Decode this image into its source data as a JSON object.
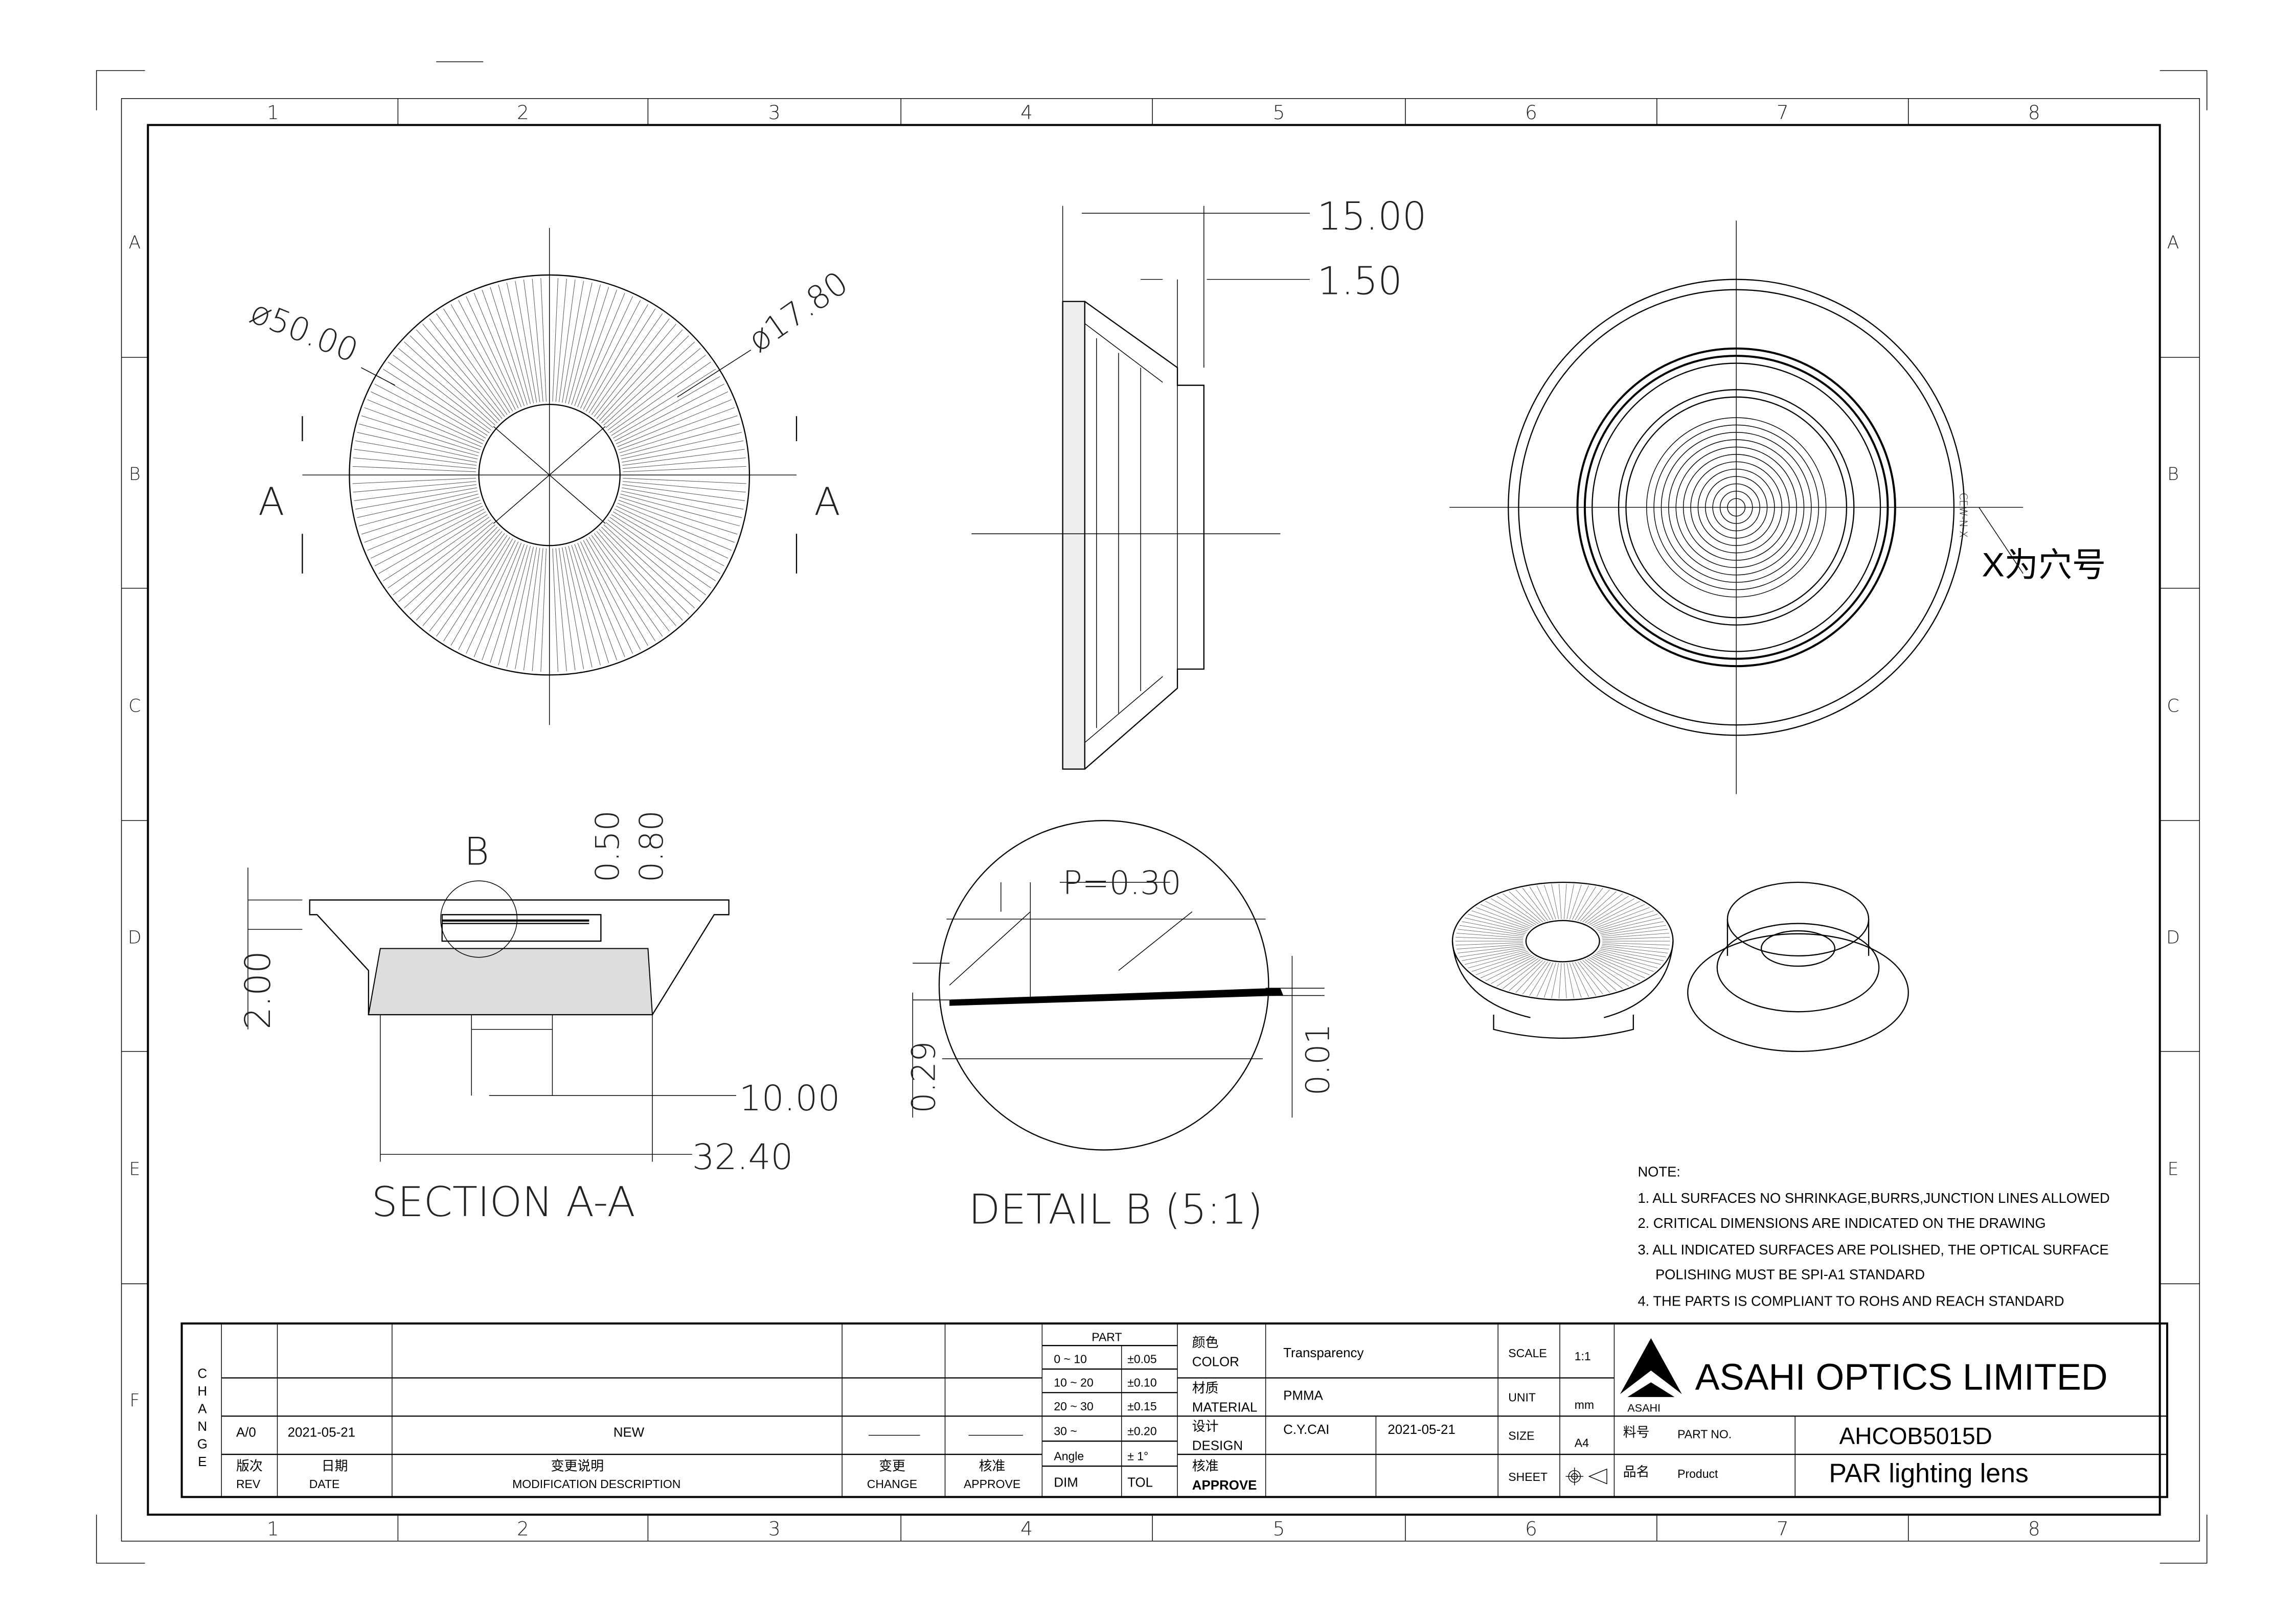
{
  "frame": {
    "columns": [
      "1",
      "2",
      "3",
      "4",
      "5",
      "6",
      "7",
      "8"
    ],
    "rows": [
      "A",
      "B",
      "C",
      "D",
      "E",
      "F"
    ]
  },
  "front_view": {
    "outer_diameter": "ø50.00",
    "inner_diameter": "ø17.80",
    "section_label_left": "A",
    "section_label_right": "A"
  },
  "side_view": {
    "height": "15.00",
    "step": "1.50"
  },
  "rear_view": {
    "cavity_mark": "CEW-N-X",
    "cavity_note": "X为穴号"
  },
  "section_view": {
    "detail_label": "B",
    "dim_050": "0.50",
    "dim_080": "0.80",
    "dim_200": "2.00",
    "dim_1000": "10.00",
    "dim_3240": "32.40",
    "title": "SECTION A-A"
  },
  "detail_view": {
    "pitch": "P=0.30",
    "dim_029": "0.29",
    "dim_001": "0.01",
    "title": "DETAIL B (5:1)"
  },
  "notes": {
    "heading": "NOTE:",
    "items": [
      "1. ALL SURFACES NO SHRINKAGE,BURRS,JUNCTION LINES ALLOWED",
      "2. CRITICAL DIMENSIONS ARE INDICATED ON THE DRAWING",
      "3. ALL INDICATED SURFACES ARE POLISHED, THE OPTICAL SURFACE",
      "POLISHING MUST BE SPI-A1 STANDARD",
      "4. THE PARTS IS COMPLIANT TO ROHS AND REACH STANDARD"
    ]
  },
  "title_block": {
    "change_label": [
      "C",
      "H",
      "A",
      "N",
      "G",
      "E"
    ],
    "revision": {
      "rev": "A/0",
      "date": "2021-05-21",
      "description": "NEW"
    },
    "headers": {
      "rev_cn": "版次",
      "rev_en": "REV",
      "date_cn": "日期",
      "date_en": "DATE",
      "desc_cn": "变更说明",
      "desc_en": "MODIFICATION DESCRIPTION",
      "change_cn": "变更",
      "change_en": "CHANGE",
      "approve_cn": "核准",
      "approve_en": "APPROVE"
    },
    "tolerance": {
      "title": "PART",
      "rows": [
        {
          "dim": "0 ~ 10",
          "tol": "±0.05"
        },
        {
          "dim": "10 ~ 20",
          "tol": "±0.10"
        },
        {
          "dim": "20 ~ 30",
          "tol": "±0.15"
        },
        {
          "dim": "30 ~",
          "tol": "±0.20"
        },
        {
          "dim": "Angle",
          "tol": "± 1°"
        }
      ],
      "dim_header": "DIM",
      "tol_header": "TOL"
    },
    "color_cn": "颜色",
    "color_en": "COLOR",
    "color_value": "Transparency",
    "material_cn": "材质",
    "material_en": "MATERIAL",
    "material_value": "PMMA",
    "design_cn": "设计",
    "design_en": "DESIGN",
    "designer": "C.Y.CAI",
    "design_date": "2021-05-21",
    "approve_cn": "核准",
    "approve_en": "APPROVE",
    "scale_label": "SCALE",
    "scale_value": "1:1",
    "unit_label": "UNIT",
    "unit_value": "mm",
    "size_label": "SIZE",
    "size_value": "A4",
    "sheet_label": "SHEET",
    "company": "ASAHI OPTICS LIMITED",
    "logo_text": "ASAHI",
    "part_no_cn": "料号",
    "part_no_label": "PART NO.",
    "part_no": "AHCOB5015D",
    "product_cn": "品名",
    "product_label": "Product",
    "product": "PAR lighting lens"
  }
}
